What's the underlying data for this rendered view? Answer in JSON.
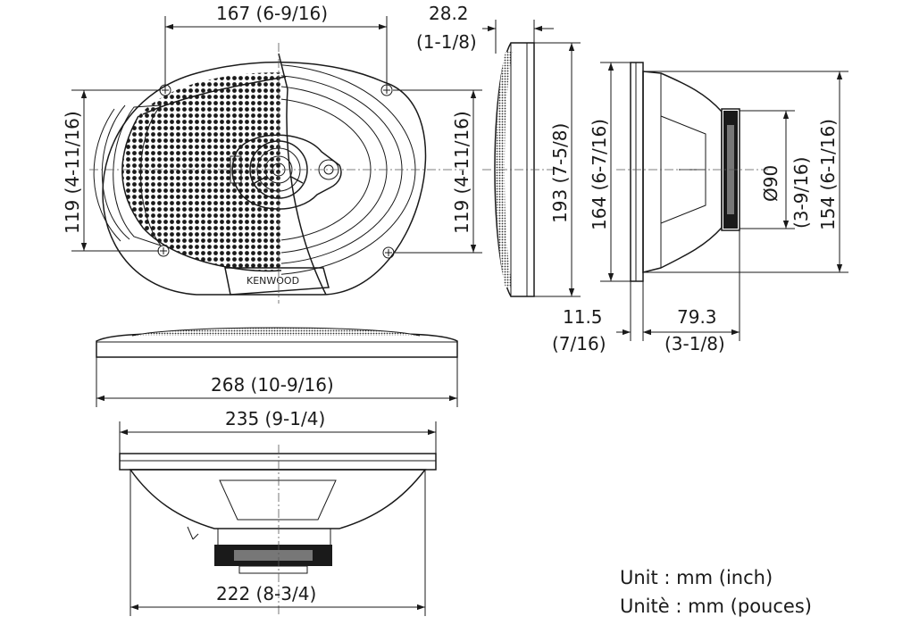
{
  "dimensions": {
    "top_width": "167 (6-9/16)",
    "height_left": "119 (4-11/16)",
    "height_right": "119 (4-11/16)",
    "grille_depth_mm": "28.2",
    "grille_depth_in": "(1-1/8)",
    "side_height_193": "193 (7-5/8)",
    "side_height_164": "164 (6-7/16)",
    "magnet_dia_mm": "Ø90",
    "magnet_dia_in": "(3-9/16)",
    "side_height_154": "154 (6-1/16)",
    "flange_mm": "11.5",
    "flange_in": "(7/16)",
    "depth_mm": "79.3",
    "depth_in": "(3-1/8)",
    "overall_width": "268 (10-9/16)",
    "frame_width": "235 (9-1/4)",
    "cutout_width": "222 (8-3/4)"
  },
  "brand": "KENWOOD",
  "units": {
    "line1": "Unit : mm (inch)",
    "line2": "Unitè : mm (pouces)"
  }
}
